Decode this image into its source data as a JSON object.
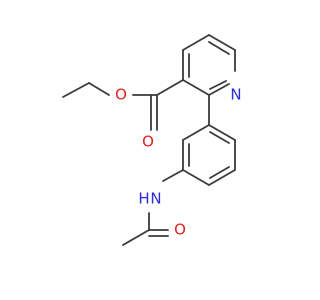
{
  "colors": {
    "bond": "#3a3a3a",
    "nitrogen": "#2b2bd6",
    "oxygen": "#e02020"
  },
  "atoms": {
    "pyridine_n": "N",
    "ester_carbonyl_o": "O",
    "ester_ether_o": "O",
    "amide_n": "N",
    "amide_h": "H",
    "amide_o": "O"
  }
}
